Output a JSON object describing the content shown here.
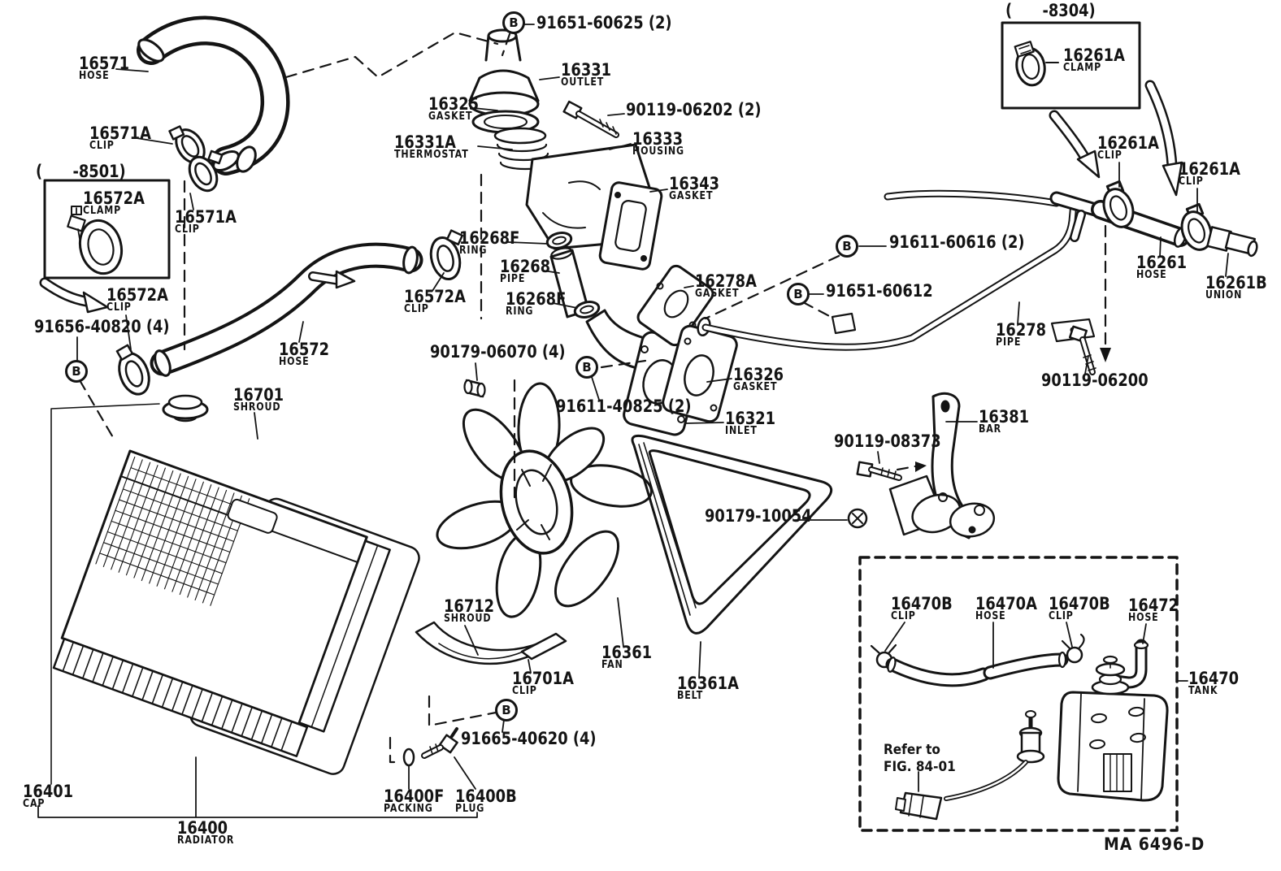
{
  "figure": {
    "code": "MA 6496-D",
    "b_symbol": "B"
  },
  "insets": {
    "clamp_early_range": "(      -8501)",
    "clamp_late_range": "(      -8304)",
    "reservoir_note_line1": "Refer to",
    "reservoir_note_line2": "FIG. 84-01"
  },
  "parts": {
    "hose_16571": {
      "number": "16571",
      "name": "HOSE"
    },
    "clip_16571A": {
      "number": "16571A",
      "name": "CLIP"
    },
    "clamp_16572A": {
      "number": "16572A",
      "name": "CLAMP"
    },
    "clip_16572A": {
      "number": "16572A",
      "name": "CLIP"
    },
    "hose_16572": {
      "number": "16572",
      "name": "HOSE"
    },
    "shroud_16701": {
      "number": "16701",
      "name": "SHROUD"
    },
    "gasket_16325": {
      "number": "16325",
      "name": "GASKET"
    },
    "thermostat_16331A": {
      "number": "16331A",
      "name": "THERMOSTAT"
    },
    "outlet_16331": {
      "number": "16331",
      "name": "OUTLET"
    },
    "housing_16333": {
      "number": "16333",
      "name": "HOUSING"
    },
    "gasket_16343": {
      "number": "16343",
      "name": "GASKET"
    },
    "ring_16268F": {
      "number": "16268F",
      "name": "RING"
    },
    "pipe_16268": {
      "number": "16268",
      "name": "PIPE"
    },
    "gasket_16278A": {
      "number": "16278A",
      "name": "GASKET"
    },
    "gasket_16326": {
      "number": "16326",
      "name": "GASKET"
    },
    "inlet_16321": {
      "number": "16321",
      "name": "INLET"
    },
    "pipe_16278": {
      "number": "16278",
      "name": "PIPE"
    },
    "clamp_16261A": {
      "number": "16261A",
      "name": "CLAMP"
    },
    "clip_16261A": {
      "number": "16261A",
      "name": "CLIP"
    },
    "hose_16261": {
      "number": "16261",
      "name": "HOSE"
    },
    "union_16261B": {
      "number": "16261B",
      "name": "UNION"
    },
    "bar_16381": {
      "number": "16381",
      "name": "BAR"
    },
    "shroud_16712": {
      "number": "16712",
      "name": "SHROUD"
    },
    "fan_16361": {
      "number": "16361",
      "name": "FAN"
    },
    "clip_16701A": {
      "number": "16701A",
      "name": "CLIP"
    },
    "belt_16361A": {
      "number": "16361A",
      "name": "BELT"
    },
    "packing_16400F": {
      "number": "16400F",
      "name": "PACKING"
    },
    "plug_16400B": {
      "number": "16400B",
      "name": "PLUG"
    },
    "cap_16401": {
      "number": "16401",
      "name": "CAP"
    },
    "radiator_16400": {
      "number": "16400",
      "name": "RADIATOR"
    },
    "clip_16470B": {
      "number": "16470B",
      "name": "CLIP"
    },
    "hose_16470A": {
      "number": "16470A",
      "name": "HOSE"
    },
    "hose_16472": {
      "number": "16472",
      "name": "HOSE"
    },
    "tank_16470": {
      "number": "16470",
      "name": "TANK"
    }
  },
  "fasteners": {
    "f_91651_60625": "91651-60625 (2)",
    "f_90119_06202": "90119-06202 (2)",
    "f_91611_60616": "91611-60616 (2)",
    "f_91651_60612": "91651-60612",
    "f_90119_06200": "90119-06200",
    "f_91656_40820": "91656-40820 (4)",
    "f_90179_06070": "90179-06070 (4)",
    "f_91611_40825": "91611-40825 (2)",
    "f_90119_08373": "90119-08373",
    "f_90179_10054": "90179-10054",
    "f_91665_40620": "91665-40620 (4)"
  }
}
